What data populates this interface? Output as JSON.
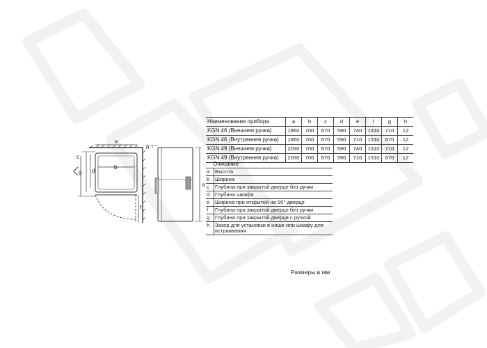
{
  "table": {
    "headers": [
      "Наименование прибора",
      "a",
      "b",
      "c",
      "d",
      "e",
      "f",
      "g",
      "h"
    ],
    "rows": [
      [
        "KGN 46 (Внешняя ручка)",
        "1860",
        "700",
        "670",
        "590",
        "740",
        "1310",
        "710",
        "12"
      ],
      [
        "KGN 46 (Внутренняя ручка)",
        "1860",
        "700",
        "670",
        "590",
        "710",
        "1310",
        "670",
        "12"
      ],
      [
        "KGN 49 (Внешняя ручка)",
        "2030",
        "700",
        "670",
        "590",
        "740",
        "1310",
        "710",
        "12"
      ],
      [
        "KGN 49 (Внутренняя ручка)",
        "2030",
        "700",
        "670",
        "590",
        "710",
        "1310",
        "670",
        "12"
      ]
    ]
  },
  "legend": {
    "title": "Описание",
    "items": [
      {
        "key": "a",
        "text": "Высота"
      },
      {
        "key": "b",
        "text": "Ширина"
      },
      {
        "key": "c",
        "text": "Глубина при закрытой дверце без ручки"
      },
      {
        "key": "d",
        "text": "Глубина шкафа"
      },
      {
        "key": "e",
        "text": "Ширина при открытой на 90° дверце"
      },
      {
        "key": "f",
        "text": "Глубина при закрытой дверце без ручки"
      },
      {
        "key": "g",
        "text": "Глубина при закрытой дверце с ручкой"
      },
      {
        "key": "h",
        "text": "Зазор для установки в нише или шкафу для встраивания"
      }
    ]
  },
  "units_note": "Размеры в мм",
  "diagram_labels": {
    "a": "a",
    "b": "b",
    "c": "c",
    "d": "d",
    "e": "e",
    "f": "f",
    "g": "g",
    "h": "h"
  },
  "colors": {
    "line": "#333333",
    "dash": "#555555",
    "watermark": "#f3f3f3"
  }
}
